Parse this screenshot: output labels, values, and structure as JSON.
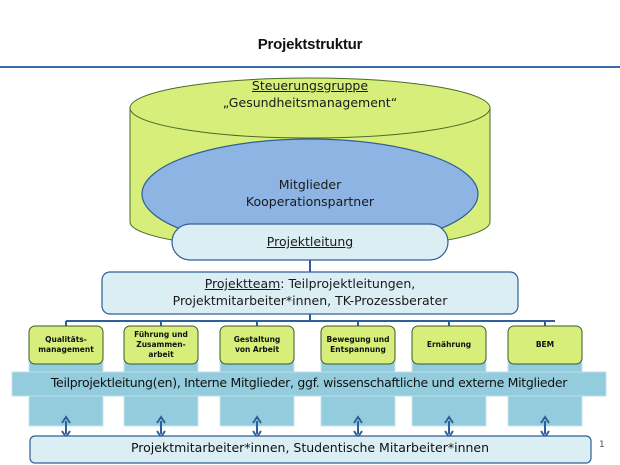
{
  "slide": {
    "title": "Projektstruktur",
    "page_number": "1"
  },
  "steering": {
    "line1": "Steuerungsgruppe",
    "line2": "„Gesundheitsmanagement“"
  },
  "members": {
    "line1": "Mitglieder",
    "line2": "Kooperationspartner"
  },
  "project_lead": {
    "label": "Projektleitung"
  },
  "project_team": {
    "term": "Projektteam",
    "rest_line1": ": Teilprojektleitungen,",
    "line2": "Projektmitarbeiter*innen, TK-Prozessberater"
  },
  "subprojects": [
    {
      "label": "Qualitäts-\nmanagement"
    },
    {
      "label": "Führung und\nZusammen-\narbeit"
    },
    {
      "label": "Gestaltung\nvon Arbeit"
    },
    {
      "label": "Bewegung und\nEntspannung"
    },
    {
      "label": "Ernährung"
    },
    {
      "label": "BEM"
    }
  ],
  "band": {
    "label": "Teilprojektleitung(en), Interne Mitglieder, ggf. wissenschaftliche und externe Mitglieder"
  },
  "bottom": {
    "label": "Projektmitarbeiter*innen, Studentische Mitarbeiter*innen"
  },
  "colors": {
    "green": "#d7ef7a",
    "blue_ellipse": "#8db4e2",
    "light_blue": "#dbeef4",
    "column_blue": "#93cddd",
    "stroke_blue": "#2f5f98"
  }
}
